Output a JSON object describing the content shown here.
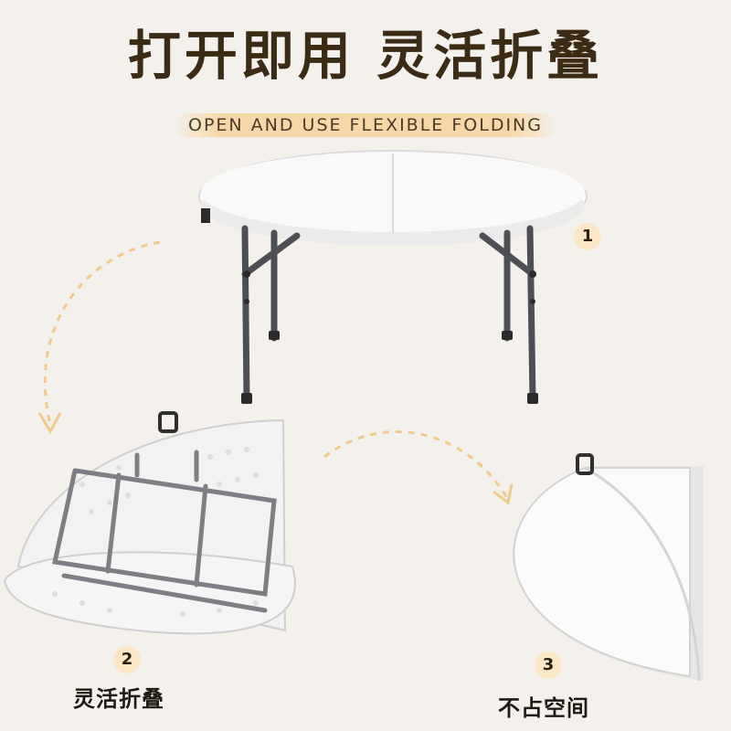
{
  "header": {
    "title": "打开即用 灵活折叠",
    "subtitle": "OPEN AND USE FLEXIBLE FOLDING"
  },
  "steps": [
    {
      "number": "1",
      "label": ""
    },
    {
      "number": "2",
      "label": "灵活折叠"
    },
    {
      "number": "3",
      "label": "不占空间"
    }
  ],
  "colors": {
    "background": "#f4f1ec",
    "title": "#3b2a14",
    "accent": "#f6d8a8",
    "arrow": "#f0c98a"
  }
}
